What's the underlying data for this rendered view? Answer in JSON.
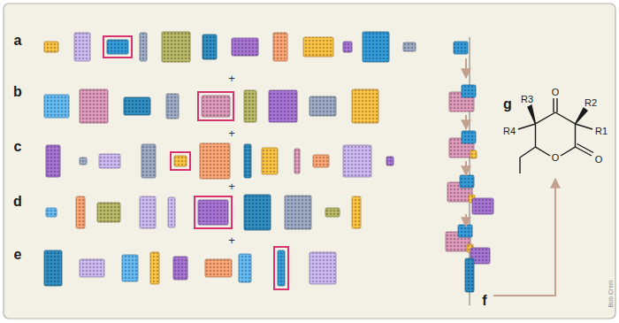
{
  "diagram": {
    "labels": [
      "a",
      "+",
      "b",
      "+",
      "c",
      "+",
      "d",
      "+",
      "e",
      "f",
      "g",
      "R3",
      "R2",
      "R4",
      "R1",
      "O",
      "O",
      "O",
      "Bob Crimi"
    ]
  }
}
